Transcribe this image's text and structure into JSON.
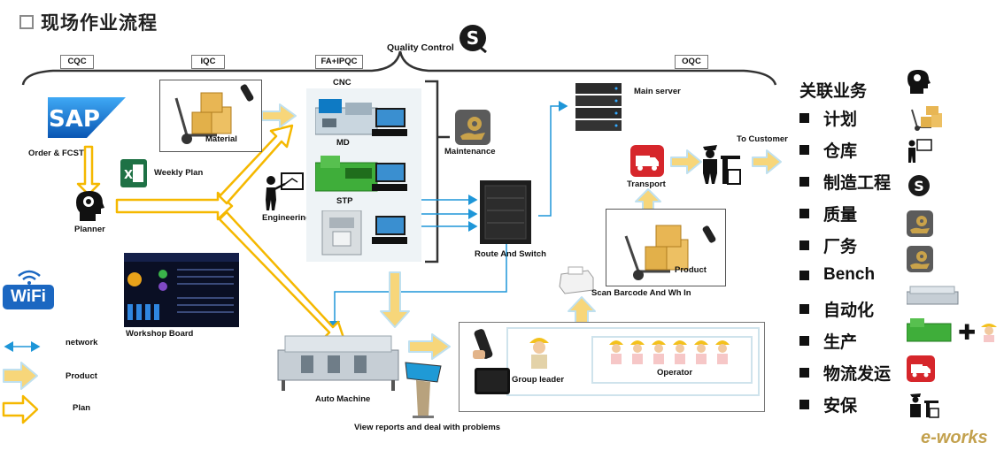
{
  "title": "现场作业流程",
  "quality_control": "Quality Control",
  "stage_tags": [
    "CQC",
    "IQC",
    "FA+IPQC",
    "OQC"
  ],
  "labels": {
    "cnc": "CNC",
    "sap": "SAP",
    "order_fcst": "Order & FCST",
    "weekly_plan": "Weekly Plan",
    "planner": "Planner",
    "material": "Material",
    "engineering": "Engineering",
    "md": "MD",
    "stp": "STP",
    "maintenance": "Maintenance",
    "main_server": "Main server",
    "transport": "Transport",
    "to_customer": "To Customer",
    "route_switch": "Route And Switch",
    "product": "Product",
    "scan_barcode": "Scan Barcode And Wh In",
    "workshop_board": "Workshop Board",
    "auto_machine": "Auto Machine",
    "view_reports": "View reports and deal with problems",
    "group_leader": "Group leader",
    "operator": "Operator",
    "wifi": "WiFi"
  },
  "legend": {
    "network": "network",
    "product": "Product",
    "plan": "Plan"
  },
  "sidebar": {
    "heading": "关联业务",
    "items": [
      "计划",
      "仓库",
      "制造工程",
      "质量",
      "厂务",
      "Bench",
      "自动化",
      "生产",
      "物流发运",
      "安保"
    ]
  },
  "watermark": "e-works",
  "colors": {
    "network_blue": "#1e96d8",
    "product_arrow_fill": "#f7d67a",
    "product_arrow_stroke": "#bfe0ef",
    "plan_arrow": "#f5b800",
    "wifi_blue": "#1b67c1",
    "transport_red": "#d6262b",
    "maint_gold": "#c9a24a"
  }
}
